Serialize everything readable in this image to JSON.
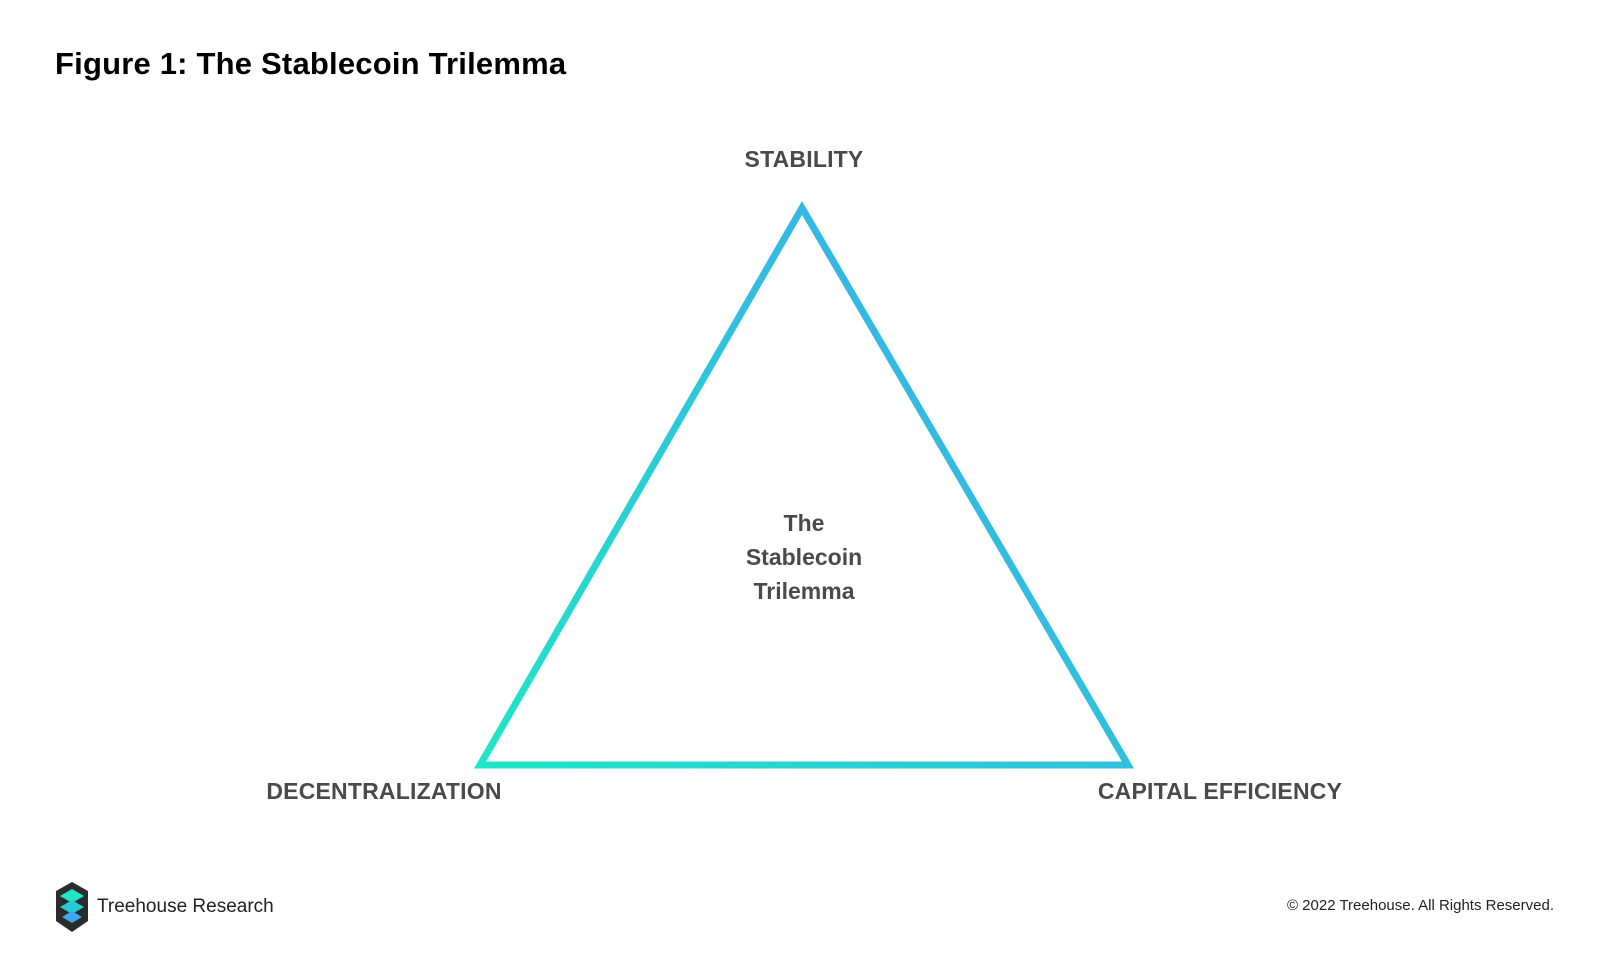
{
  "figure": {
    "title": "Figure 1: The Stablecoin Trilemma"
  },
  "diagram": {
    "vertices": {
      "top": "STABILITY",
      "bottom_left": "DECENTRALIZATION",
      "bottom_right": "CAPITAL EFFICIENCY"
    },
    "center_lines": [
      "The",
      "Stablecoin",
      "Trilemma"
    ],
    "gradient": {
      "start_color": "#1ee6c6",
      "end_color": "#3da6ef"
    }
  },
  "footer": {
    "brand_name": "Treehouse Research",
    "logo_icon": "treehouse-logo-icon",
    "copyright": "© 2022 Treehouse. All Rights Reserved."
  }
}
